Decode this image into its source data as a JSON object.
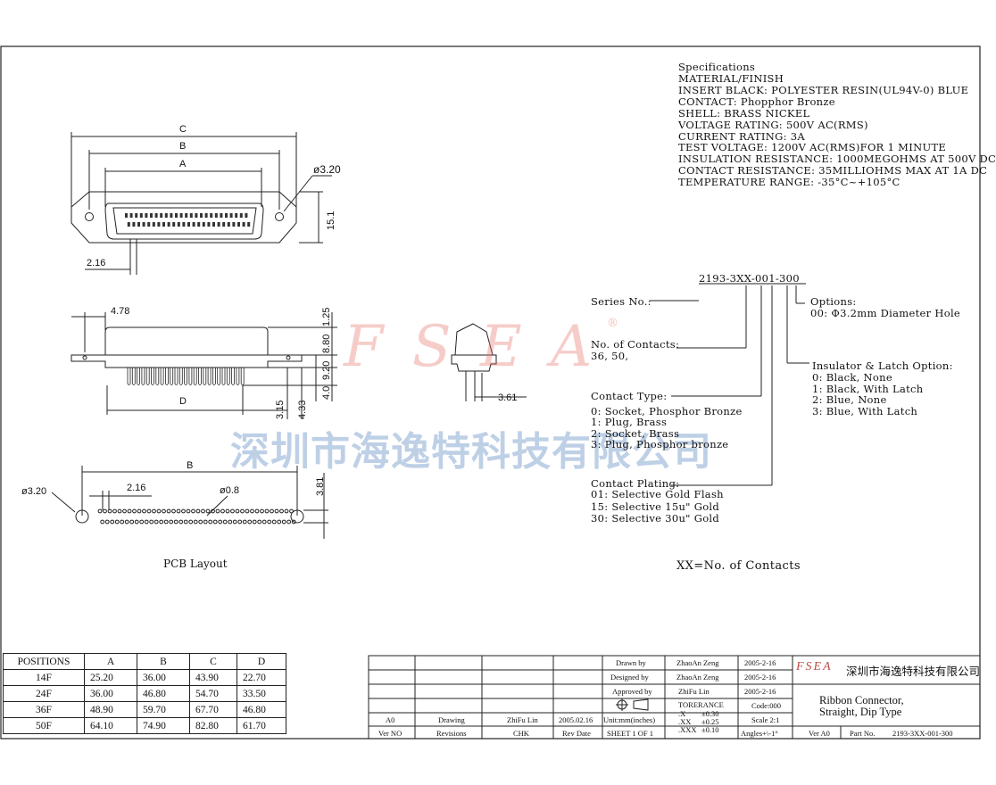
{
  "specs": {
    "title": "Specifications",
    "lines": [
      "MATERIAL/FINISH",
      "INSERT BLACK: POLYESTER RESIN(UL94V-0) BLUE",
      "CONTACT: Phopphor Bronze",
      "SHELL: BRASS NICKEL",
      "VOLTAGE RATING: 500V AC(RMS)",
      "CURRENT RATING: 3A",
      "TEST VOLTAGE: 1200V AC(RMS)FOR 1 MINUTE",
      "INSULATION RESISTANCE: 1000MEGOHMS AT 500V DC",
      "CONTACT RESISTANCE: 35MILLIOHMS MAX AT 1A DC",
      "TEMPERATURE RANGE: -35°C~+105°C"
    ]
  },
  "part_code": {
    "code": "2193-3XX-001-300",
    "series_label": "Series No.:",
    "contacts_label": "No. of Contacts:",
    "contacts_values": "36, 50,",
    "options_label": "Options:",
    "options_value": "00: Φ3.2mm Diameter Hole",
    "insulator_label": "Insulator & Latch Option:",
    "insulator_values": [
      "0: Black, None",
      "1: Black, With Latch",
      "2: Blue, None",
      "3: Blue, With Latch"
    ],
    "contact_type_label": "Contact Type:",
    "contact_type_values": [
      "0: Socket, Phosphor Bronze",
      "1: Plug, Brass",
      "2: Socket, Brass",
      "3: Plug, Phosphor bronze"
    ],
    "plating_label": "Contact Plating:",
    "plating_values": [
      "01: Selective Gold Flash",
      "15: Selective 15u\" Gold",
      "30: Selective 30u\" Gold"
    ],
    "xx_note": "XX=No. of Contacts"
  },
  "dimensions": {
    "c": "C",
    "b": "B",
    "a": "A",
    "hole": "ø3.20",
    "h151": "15.1",
    "d216": "2.16",
    "d478": "4.78",
    "d125": "1.25",
    "d880": "8.80",
    "d920": "9.20",
    "d40": "4.0",
    "d315": "3.15",
    "d433": "4.33",
    "d": "D",
    "d361": "3.61",
    "pcb_b": "B",
    "pcb_hole": "ø3.20",
    "pcb_216": "2.16",
    "pcb_08": "ø0.8",
    "pcb_381": "3.81",
    "pcb_label": "PCB Layout"
  },
  "watermark": {
    "logo": "F S E A",
    "reg": "®",
    "company": "深圳市海逸特科技有限公司"
  },
  "positions_table": {
    "headers": [
      "POSITIONS",
      "A",
      "B",
      "C",
      "D"
    ],
    "rows": [
      [
        "14F",
        "25.20",
        "36.00",
        "43.90",
        "22.70"
      ],
      [
        "24F",
        "36.00",
        "46.80",
        "54.70",
        "33.50"
      ],
      [
        "36F",
        "48.90",
        "59.70",
        "67.70",
        "46.80"
      ],
      [
        "50F",
        "64.10",
        "74.90",
        "82.80",
        "61.70"
      ]
    ]
  },
  "title_block": {
    "drawn_label": "Drawn  by",
    "drawn_name": "ZhaoAn Zeng",
    "drawn_date": "2005-2-16",
    "designed_label": "Designed by",
    "designed_name": "ZhaoAn Zeng",
    "designed_date": "2005-2-16",
    "approved_label": "Approved by",
    "approved_name": "ZhiFu Lin",
    "approved_date": "2005-2-16",
    "tolerance_label": "TORERANCE",
    "code": "Code:000",
    "tol_x": ".X",
    "tol_x_val": "±0.30",
    "tol_xx": ".XX",
    "tol_xx_val": "±0.25",
    "tol_xxx": ".XXX",
    "tol_xxx_val": "±0.10",
    "scale": "Scale 2:1",
    "angles": "Angles+\\-1°",
    "rev_a0": "A0",
    "rev_drawing": "Drawing",
    "rev_chk_name": "ZhiFu Lin",
    "rev_date": "2005.02.16",
    "unit": "Unit:mm(inches)",
    "ver_no": "Ver NO",
    "revisions": "Revisions",
    "chk": "CHK",
    "rev_date_label": "Rev Date",
    "sheet": "SHEET 1 OF 1",
    "logo": "FSEA",
    "company": "深圳市海逸特科技有限公司",
    "title1": "Ribbon Connector,",
    "title2": "Straight, Dip Type",
    "ver": "Ver A0",
    "part_label": "Part No.",
    "part_no": "2193-3XX-001-300"
  }
}
